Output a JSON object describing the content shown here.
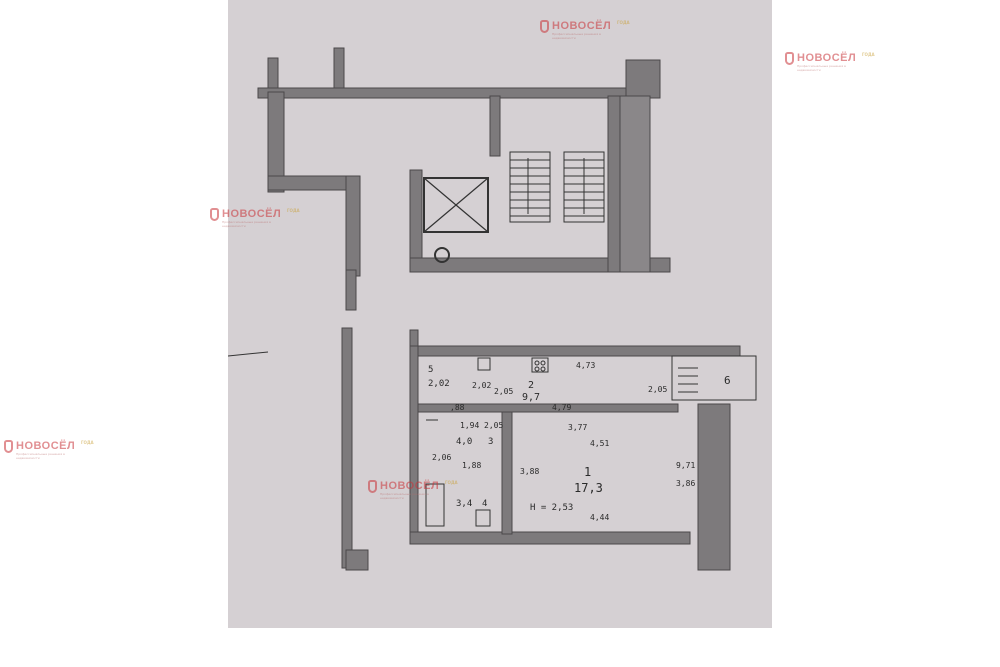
{
  "watermark": {
    "brand": "НОВОСЁЛ",
    "subtitle": "Профессиональные решения в недвижимости",
    "badge": "ГОДА"
  },
  "plan": {
    "rooms": [
      {
        "number": "1",
        "area": "17,3"
      },
      {
        "number": "2",
        "area": "9,7"
      },
      {
        "number": "3",
        "area": "4,0"
      },
      {
        "number": "4",
        "area": "3,4"
      },
      {
        "number": "5",
        "area": "2,02"
      },
      {
        "number": "6",
        "area": ""
      }
    ],
    "height_label": "Н = 2,53",
    "dimensions": {
      "kitchen_top": "4,73",
      "kitchen_bottom": "4,79",
      "kitchen_right": "2,05",
      "room_top": "3,77",
      "room_inner_top": "4,51",
      "room_right": "3,86",
      "room_bottom": "4,44",
      "room_far_right": "9,71",
      "hall_width": "1,94",
      "hall_right": "2,05",
      "hall_left": "2,06",
      "hall_bottom": "1,88",
      "corridor": "3,88",
      "closet_side": "2,02",
      "closet_bottom": ",88",
      "bath_side": "2,05"
    }
  }
}
